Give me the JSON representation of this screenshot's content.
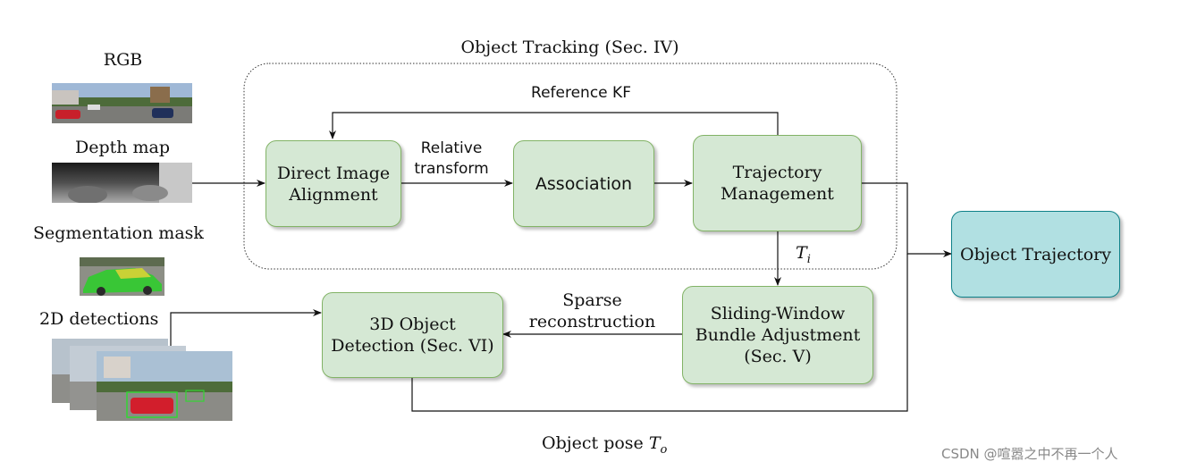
{
  "inputs": {
    "rgb_label": "RGB",
    "depth_label": "Depth map",
    "seg_label": "Segmentation mask",
    "det_label": "2D detections"
  },
  "group": {
    "title": "Object Tracking (Sec. IV)"
  },
  "nodes": {
    "direct_image_alignment": "Direct Image\nAlignment",
    "association": "Association",
    "trajectory_management": "Trajectory\nManagement",
    "sliding_window_ba": "Sliding-Window\nBundle Adjustment\n(Sec. V)",
    "object_detection_3d": "3D Object\nDetection (Sec. VI)",
    "object_trajectory": "Object Trajectory"
  },
  "edge_labels": {
    "reference_kf": "Reference KF",
    "relative_transform": "Relative\ntransform",
    "sparse_reconstruction": "Sparse\nreconstruction",
    "ti_symbol": "T",
    "ti_subscript": "i",
    "object_pose_prefix": "Object pose ",
    "to_symbol": "T",
    "to_subscript": "o"
  },
  "watermark": "CSDN @喧嚣之中不再一个人"
}
